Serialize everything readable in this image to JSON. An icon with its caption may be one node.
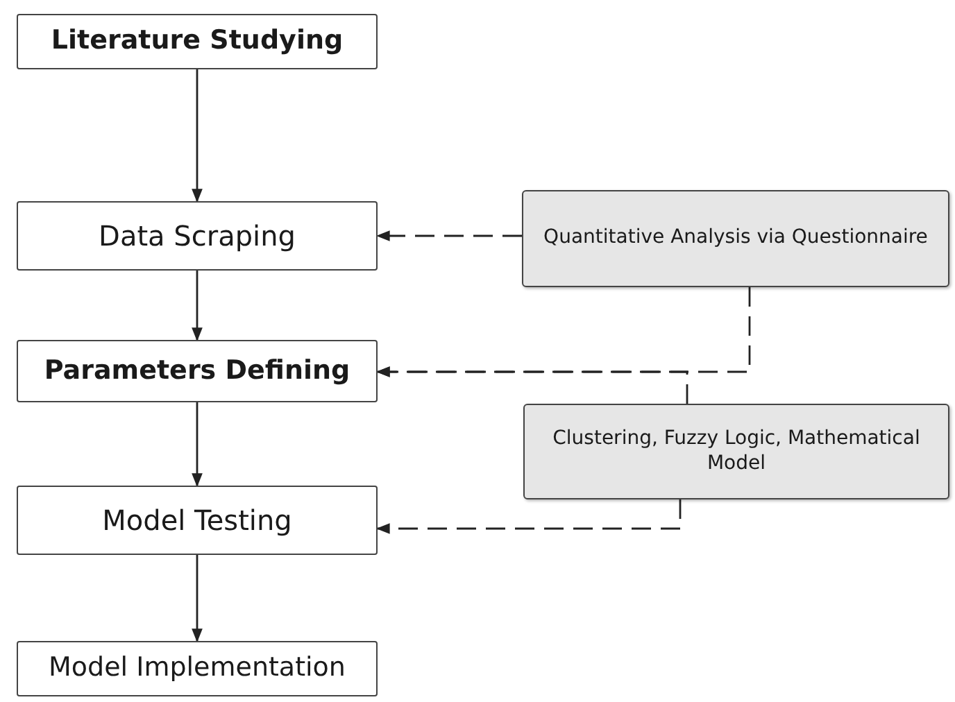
{
  "diagram": {
    "nodes": [
      {
        "text": [
          "Literature Studying"
        ]
      },
      {
        "text": [
          "Data Scraping"
        ]
      },
      {
        "text": [
          "Parameters Defining"
        ]
      },
      {
        "text": [
          "Model Testing"
        ]
      },
      {
        "text": [
          "Model Implementation"
        ]
      },
      {
        "text": [
          "Quantitative Analysis via Questionnaire"
        ]
      },
      {
        "text": [
          "Clustering, Fuzzy Logic, Mathematical Model"
        ]
      }
    ],
    "edges": [
      {
        "from": 0,
        "to": 1,
        "arrow": "to"
      },
      {
        "from": 1,
        "to": 2,
        "arrow": "to"
      },
      {
        "from": 2,
        "to": 3,
        "arrow": "to"
      },
      {
        "from": 3,
        "to": 4,
        "arrow": "to"
      },
      {
        "from": 5,
        "to": 1,
        "arrow": "to",
        "style": "dashed"
      },
      {
        "from": 5,
        "to": 2,
        "arrow": "to",
        "style": "dashed"
      },
      {
        "from": 6,
        "to": 2,
        "arrow": "to",
        "style": "dashed"
      },
      {
        "from": 6,
        "to": 3,
        "arrow": "to",
        "style": "dashed"
      }
    ]
  }
}
